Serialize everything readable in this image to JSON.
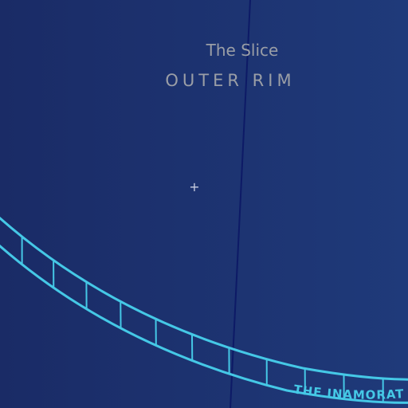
{
  "map": {
    "subtitle": "The Slice",
    "region_name": "OUTER RIM",
    "track_label": "THE INAMORAT",
    "marker_symbol": "+"
  },
  "colors": {
    "background_left": "#1a2b66",
    "background_right": "#1f3a7a",
    "divider_line": "#0d1a66",
    "track": "#45c8e6",
    "label_text": "#9a9ea6",
    "marker": "#c8cde0"
  }
}
